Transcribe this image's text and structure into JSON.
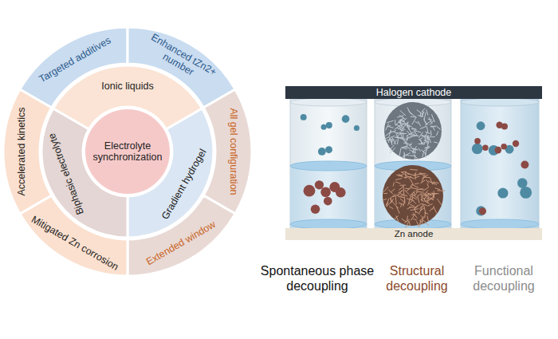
{
  "diagram": {
    "nodes": [
      {
        "text": [
          "Electrolyte synchronization"
        ]
      },
      {
        "text": [
          "Ionic liquids"
        ]
      },
      {
        "text": [
          "Gradient hydrogel"
        ]
      },
      {
        "text": [
          "Biphasic electrolyte"
        ]
      },
      {
        "text": [
          "Targeted additives"
        ]
      },
      {
        "text": [
          "Enhanced tZn2+ number"
        ]
      },
      {
        "text": [
          "All gel configuration"
        ]
      },
      {
        "text": [
          "Extended window"
        ]
      },
      {
        "text": [
          "Mitigated Zn corrosion"
        ]
      },
      {
        "text": [
          "Accelerated kinetics"
        ]
      },
      {
        "text": [
          "Halogen cathode"
        ]
      },
      {
        "text": [
          "Zn anode"
        ]
      }
    ],
    "labels": [
      "Spontaneous phase decoupling",
      "Structural decoupling",
      "Functional decoupling"
    ]
  }
}
